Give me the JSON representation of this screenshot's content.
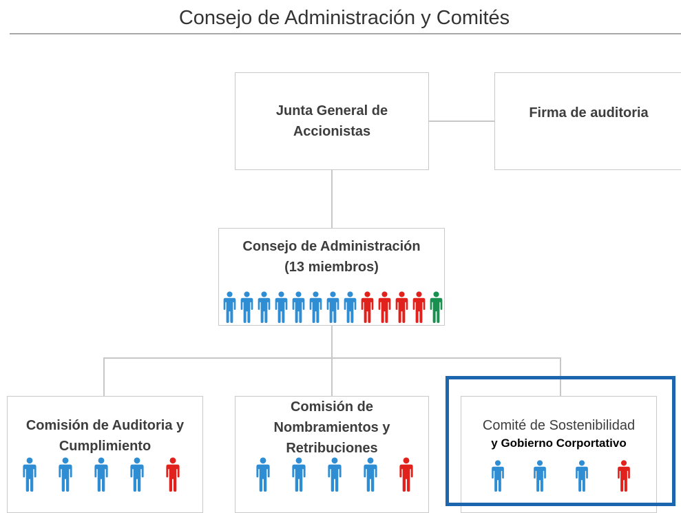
{
  "header": {
    "title": "Consejo de Administración y Comités"
  },
  "colors": {
    "independent": "#2f8dd4",
    "proprietary": "#e0211c",
    "executive": "#18904f",
    "highlight": "#1c66b0"
  },
  "boxes": {
    "junta": {
      "line1": "Junta General de",
      "line2": "Accionistas"
    },
    "auditor": {
      "label": "Firma de auditoria"
    },
    "consejo": {
      "line1": "Consejo de Administración",
      "line2": "(13 miembros)",
      "members": [
        "independent",
        "independent",
        "independent",
        "independent",
        "independent",
        "independent",
        "independent",
        "independent",
        "proprietary",
        "proprietary",
        "proprietary",
        "proprietary",
        "executive"
      ]
    },
    "auditoria": {
      "line1": "Comisión de Auditoria y",
      "line2": "Cumplimiento",
      "members": [
        "independent",
        "independent",
        "independent",
        "independent",
        "proprietary"
      ]
    },
    "nombramientos": {
      "line1": "Comisión de",
      "line2": "Nombramientos y",
      "line3": "Retribuciones",
      "members": [
        "independent",
        "independent",
        "independent",
        "independent",
        "proprietary"
      ]
    },
    "sostenibilidad": {
      "line1": "Comité de Sostenibilidad",
      "line2": "y Gobierno Corportativo",
      "members": [
        "independent",
        "independent",
        "independent",
        "proprietary"
      ]
    }
  }
}
